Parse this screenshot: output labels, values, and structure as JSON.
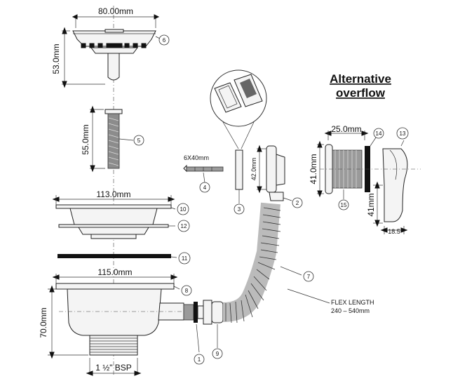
{
  "title": {
    "line1": "Alternative",
    "line2": "overflow"
  },
  "dimensions": {
    "basket_width": "80.00mm",
    "basket_height": "53.0mm",
    "bolt_length": "55.0mm",
    "screw": "6X40mm",
    "flange_width": "113.0mm",
    "body_width": "115.0mm",
    "body_height": "70.0mm",
    "thread": "1 ½\" BSP",
    "overflow_height": "42.0mm",
    "alt_depth": "25.0mm",
    "alt_height": "41.0mm",
    "cover_height": "41mm",
    "cover_depth": "18.5"
  },
  "flex": {
    "label": "FLEX LENGTH",
    "range": "240 – 540mm"
  },
  "callouts": {
    "c1": "1",
    "c2": "2",
    "c3": "3",
    "c4": "4",
    "c5": "5",
    "c6": "6",
    "c7": "7",
    "c8": "8",
    "c9": "9",
    "c10": "10",
    "c11": "11",
    "c12": "12",
    "c13": "13",
    "c14": "14",
    "c15": "15"
  }
}
